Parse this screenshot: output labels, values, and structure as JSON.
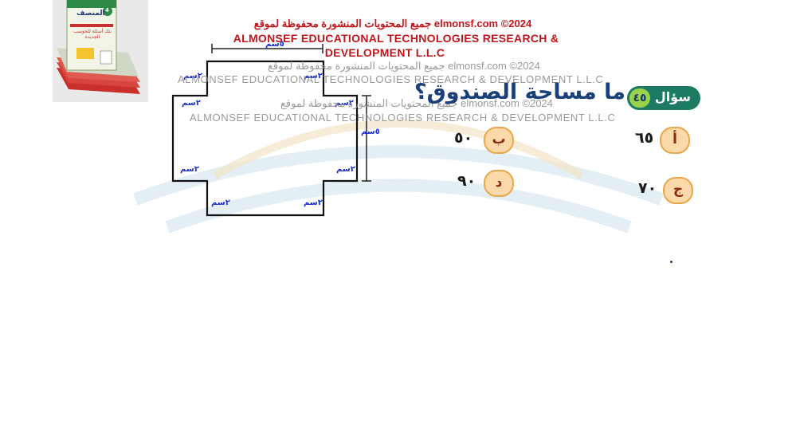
{
  "copyright": {
    "line1": "جميع المحتويات المنشورة محفوظة لموقع elmonsf.com ©2024",
    "line2": "ALMONSEF EDUCATIONAL TECHNOLOGIES RESEARCH &",
    "line3": "DEVELOPMENT L.L.C"
  },
  "watermark": {
    "line1": "جميع المحتويات المنشورة محفوظة لموقع elmonsf.com ©2024",
    "line2": "ALMONSEF EDUCATIONAL TECHNOLOGIES RESEARCH & DEVELOPMENT L.L.C"
  },
  "book": {
    "title": "المنصف",
    "subtitle": "بنك أسئلة للحوسب الجديدة",
    "grade": "4"
  },
  "diagram": {
    "top_dim": "٥سم",
    "side_dim": "٥سم",
    "corner_label": "٢سم"
  },
  "question": {
    "word": "سؤال",
    "number": "٤٥",
    "text": "ما مساحة الصندوق؟"
  },
  "options": [
    {
      "letter": "أ",
      "value": "٦٥"
    },
    {
      "letter": "ب",
      "value": "٥٠"
    },
    {
      "letter": "ج",
      "value": "٧٠"
    },
    {
      "letter": "د",
      "value": "٩٠"
    }
  ],
  "colors": {
    "copyright_red": "#c0161b",
    "question_blue": "#1b3f7a",
    "badge_green": "#1d7a63",
    "option_fill": "#fbd9a8",
    "label_blue": "#1a2fd0"
  }
}
